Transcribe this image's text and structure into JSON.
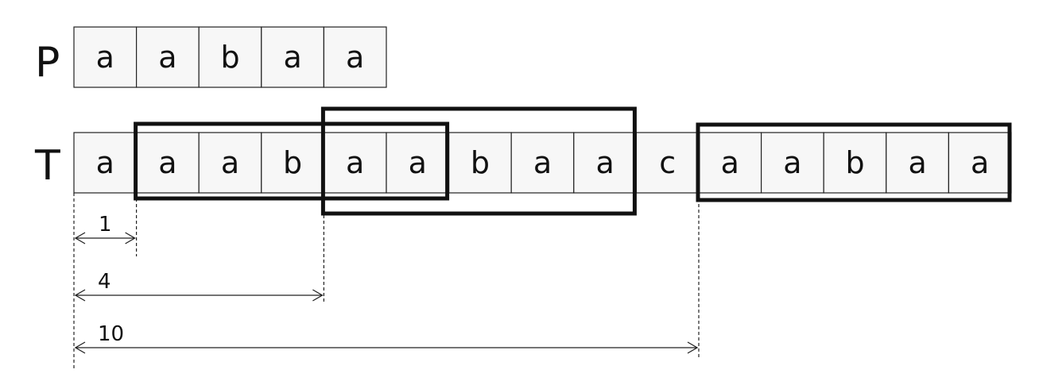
{
  "diagram": {
    "pattern": {
      "label": "P",
      "chars": [
        "a",
        "a",
        "b",
        "a",
        "a"
      ]
    },
    "text": {
      "label": "T",
      "chars": [
        "a",
        "a",
        "a",
        "b",
        "a",
        "a",
        "b",
        "a",
        "a",
        "c",
        "a",
        "a",
        "b",
        "a",
        "a"
      ]
    },
    "matches": [
      {
        "start": 1,
        "length": 5
      },
      {
        "start": 4,
        "length": 5
      },
      {
        "start": 10,
        "length": 5
      }
    ],
    "offsets": [
      {
        "label": "1",
        "value": 1
      },
      {
        "label": "4",
        "value": 4
      },
      {
        "label": "10",
        "value": 10
      }
    ]
  }
}
